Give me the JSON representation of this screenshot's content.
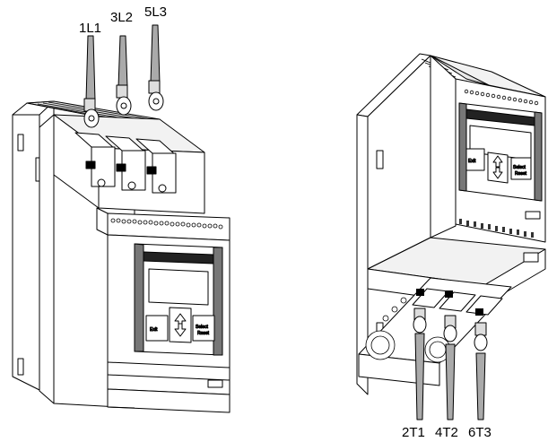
{
  "diagram": {
    "left_unit": {
      "supply_terminals": [
        "1L1",
        "3L2",
        "5L3"
      ],
      "keypad": {
        "left_key": "Exit",
        "right_key": "Select",
        "right_sub": "Reset"
      }
    },
    "right_unit": {
      "motor_terminals": [
        "2T1",
        "4T2",
        "6T3"
      ],
      "keypad": {
        "left_key": "Exit",
        "right_key": "Select",
        "right_sub": "Reset"
      }
    }
  }
}
